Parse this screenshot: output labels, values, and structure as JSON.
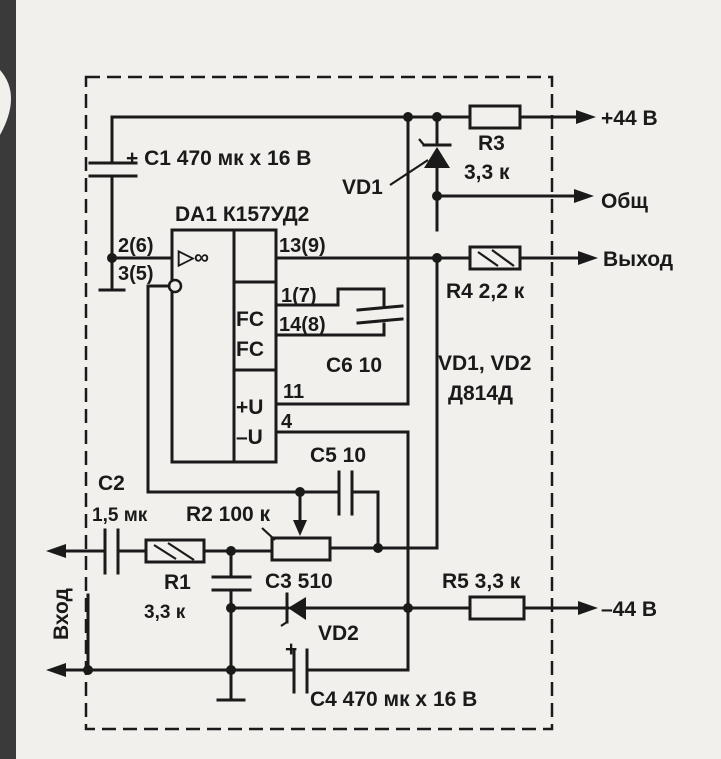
{
  "labels": {
    "c1": "+ C1 470 мк x 16 В",
    "da1": "DA1 К157УД2",
    "vd1": "VD1",
    "r3_name": "R3",
    "r3_value": "3,3 к",
    "plus44": "+44 В",
    "common": "Общ",
    "output": "Выход",
    "r4": "R4 2,2 к",
    "pin_2_6": "2(6)",
    "pin_3_5": "3(5)",
    "pin_13_9": "13(9)",
    "pin_1_7": "1(7)",
    "pin_14_8": "14(8)",
    "pin_11": "11",
    "pin_4": "4",
    "fc1": "FC",
    "fc2": "FC",
    "plus_u": "+U",
    "minus_u": "–U",
    "amp_symbol": "▷∞",
    "c6": "C6 10",
    "vd_pair": "VD1, VD2",
    "diode_type": "Д814Д",
    "c5": "C5 10",
    "c2_name": "C2",
    "c2_value": "1,5 мк",
    "r2": "R2 100 к",
    "r1_name": "R1",
    "r1_value": "3,3 к",
    "c3": "C3 510",
    "r5": "R5 3,3 к",
    "minus44": "–44 В",
    "vd2": "VD2",
    "input": "Вход",
    "c4_plus": "+",
    "c4": "C4 470 мк x 16 В"
  },
  "colors": {
    "ink": "#1a1a1a",
    "paper": "#f1f0ec",
    "edge": "#3a3a3a"
  }
}
